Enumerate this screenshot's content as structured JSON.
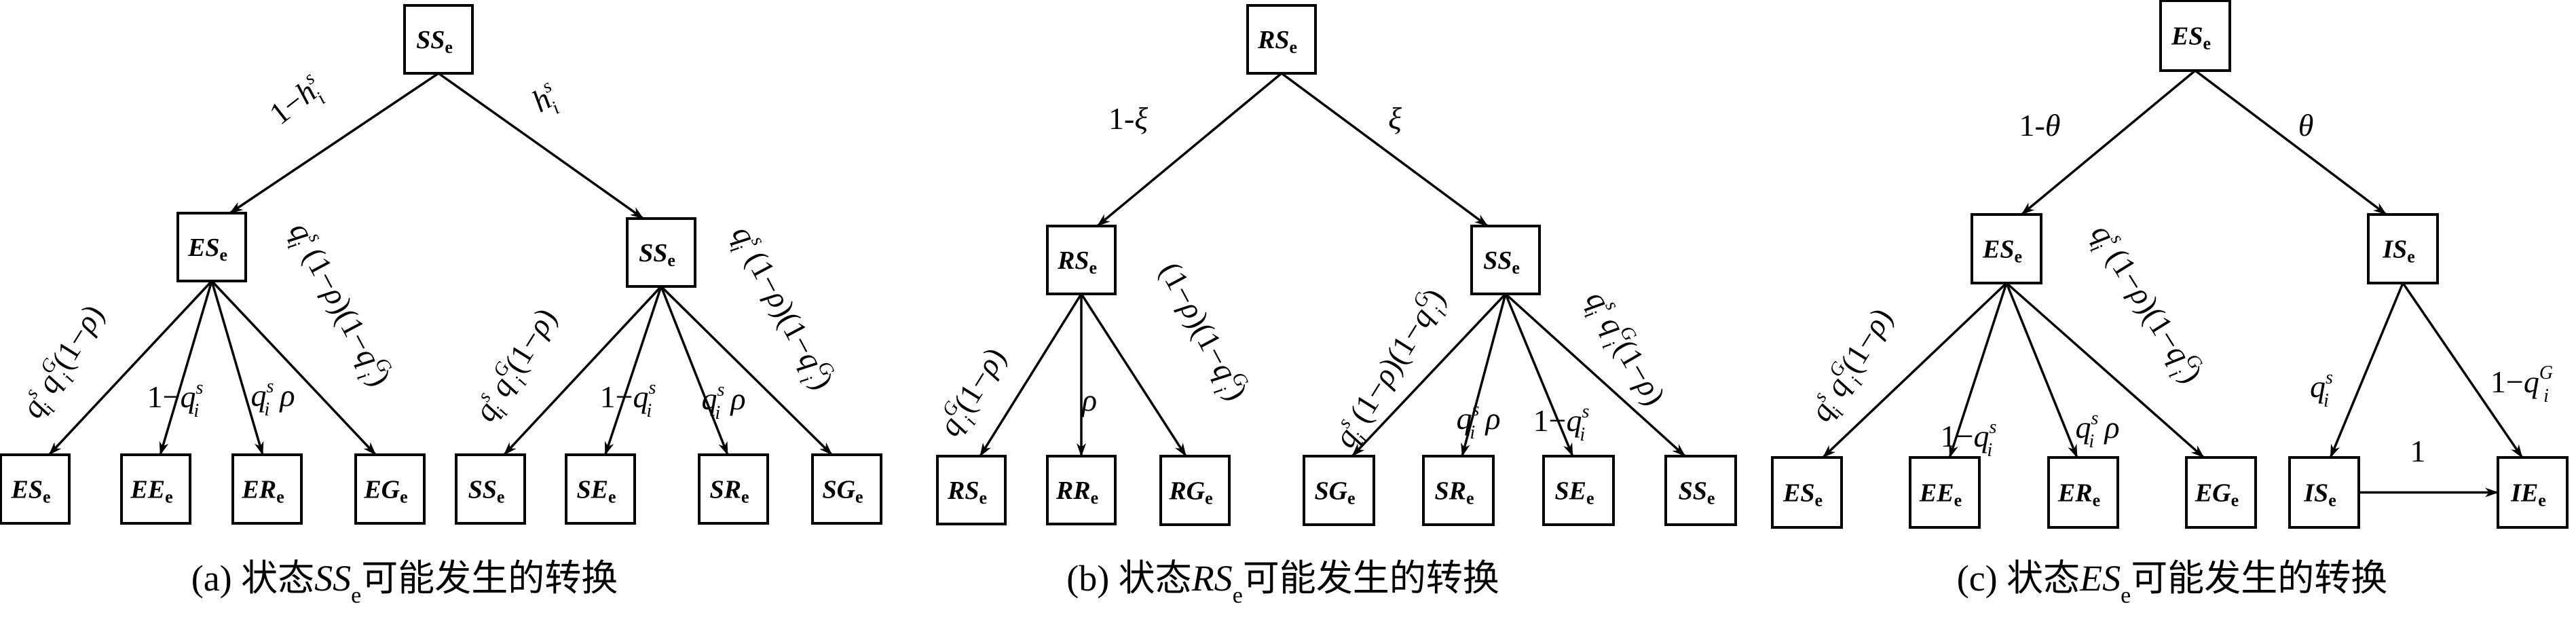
{
  "figure": {
    "panels": [
      {
        "id": "a",
        "caption": {
          "prefix": "(a) 状态",
          "state": "SS",
          "state_sub": "e",
          "suffix": "可能发生的转换"
        },
        "nodes": [
          {
            "id": "a-root",
            "name": "SS",
            "sub": "e"
          },
          {
            "id": "a-mid-es",
            "name": "ES",
            "sub": "e"
          },
          {
            "id": "a-mid-ss",
            "name": "SS",
            "sub": "e"
          },
          {
            "id": "a-leaf-es",
            "name": "ES",
            "sub": "e"
          },
          {
            "id": "a-leaf-ee",
            "name": "EE",
            "sub": "e"
          },
          {
            "id": "a-leaf-er",
            "name": "ER",
            "sub": "e"
          },
          {
            "id": "a-leaf-eg",
            "name": "EG",
            "sub": "e"
          },
          {
            "id": "a-leaf-ss",
            "name": "SS",
            "sub": "e"
          },
          {
            "id": "a-leaf-se",
            "name": "SE",
            "sub": "e"
          },
          {
            "id": "a-leaf-sr",
            "name": "SR",
            "sub": "e"
          },
          {
            "id": "a-leaf-sg",
            "name": "SG",
            "sub": "e"
          }
        ],
        "edges": [
          {
            "from": "a-root",
            "to": "a-mid-es",
            "label": "1−h_i^s"
          },
          {
            "from": "a-root",
            "to": "a-mid-ss",
            "label": "h_i^s"
          },
          {
            "from": "a-mid-es",
            "to": "a-leaf-es",
            "label": "q_i^s q_i^G(1−ρ)"
          },
          {
            "from": "a-mid-es",
            "to": "a-leaf-ee",
            "label": "1−q_i^s"
          },
          {
            "from": "a-mid-es",
            "to": "a-leaf-er",
            "label": "q_i^s ρ"
          },
          {
            "from": "a-mid-es",
            "to": "a-leaf-eg",
            "label": "q_i^s (1−ρ)(1−q_i^G)"
          },
          {
            "from": "a-mid-ss",
            "to": "a-leaf-ss",
            "label": "q_i^s q_i^G(1−ρ)"
          },
          {
            "from": "a-mid-ss",
            "to": "a-leaf-se",
            "label": "1−q_i^s"
          },
          {
            "from": "a-mid-ss",
            "to": "a-leaf-sr",
            "label": "q_i^s ρ"
          },
          {
            "from": "a-mid-ss",
            "to": "a-leaf-sg",
            "label": "q_i^s (1−ρ)(1−q_i^G)"
          }
        ]
      },
      {
        "id": "b",
        "caption": {
          "prefix": "(b) 状态",
          "state": "RS",
          "state_sub": "e",
          "suffix": "可能发生的转换"
        },
        "nodes": [
          {
            "id": "b-root",
            "name": "RS",
            "sub": "e"
          },
          {
            "id": "b-mid-rs",
            "name": "RS",
            "sub": "e"
          },
          {
            "id": "b-mid-ss",
            "name": "SS",
            "sub": "e"
          },
          {
            "id": "b-leaf-rs",
            "name": "RS",
            "sub": "e"
          },
          {
            "id": "b-leaf-rr",
            "name": "RR",
            "sub": "e"
          },
          {
            "id": "b-leaf-rg",
            "name": "RG",
            "sub": "e"
          },
          {
            "id": "b-leaf-sg",
            "name": "SG",
            "sub": "e"
          },
          {
            "id": "b-leaf-sr",
            "name": "SR",
            "sub": "e"
          },
          {
            "id": "b-leaf-se",
            "name": "SE",
            "sub": "e"
          },
          {
            "id": "b-leaf-ss",
            "name": "SS",
            "sub": "e"
          }
        ],
        "edges": [
          {
            "from": "b-root",
            "to": "b-mid-rs",
            "label": "1-ξ"
          },
          {
            "from": "b-root",
            "to": "b-mid-ss",
            "label": "ξ"
          },
          {
            "from": "b-mid-rs",
            "to": "b-leaf-rs",
            "label": "q_i^G(1−ρ)"
          },
          {
            "from": "b-mid-rs",
            "to": "b-leaf-rr",
            "label": "ρ"
          },
          {
            "from": "b-mid-rs",
            "to": "b-leaf-rg",
            "label": "(1−ρ)(1−q_i^G)"
          },
          {
            "from": "b-mid-ss",
            "to": "b-leaf-sg",
            "label": "q_i^s (1−ρ)(1−q_i^G)"
          },
          {
            "from": "b-mid-ss",
            "to": "b-leaf-sr",
            "label": "q_i^s ρ"
          },
          {
            "from": "b-mid-ss",
            "to": "b-leaf-se",
            "label": "1−q_i^s"
          },
          {
            "from": "b-mid-ss",
            "to": "b-leaf-ss",
            "label": "q_i^s q_i^G(1−ρ)"
          }
        ]
      },
      {
        "id": "c",
        "caption": {
          "prefix": "(c) 状态",
          "state": "ES",
          "state_sub": "e",
          "suffix": "可能发生的转换"
        },
        "nodes": [
          {
            "id": "c-root",
            "name": "ES",
            "sub": "e"
          },
          {
            "id": "c-mid-es",
            "name": "ES",
            "sub": "e"
          },
          {
            "id": "c-mid-is",
            "name": "IS",
            "sub": "e"
          },
          {
            "id": "c-leaf-es",
            "name": "ES",
            "sub": "e"
          },
          {
            "id": "c-leaf-ee",
            "name": "EE",
            "sub": "e"
          },
          {
            "id": "c-leaf-er",
            "name": "ER",
            "sub": "e"
          },
          {
            "id": "c-leaf-eg",
            "name": "EG",
            "sub": "e"
          },
          {
            "id": "c-leaf-is",
            "name": "IS",
            "sub": "e"
          },
          {
            "id": "c-leaf-ie",
            "name": "IE",
            "sub": "e"
          }
        ],
        "edges": [
          {
            "from": "c-root",
            "to": "c-mid-es",
            "label": "1-θ"
          },
          {
            "from": "c-root",
            "to": "c-mid-is",
            "label": "θ"
          },
          {
            "from": "c-mid-es",
            "to": "c-leaf-es",
            "label": "q_i^s q_i^G(1−ρ)"
          },
          {
            "from": "c-mid-es",
            "to": "c-leaf-ee",
            "label": "1−q_i^s"
          },
          {
            "from": "c-mid-es",
            "to": "c-leaf-er",
            "label": "q_i^s ρ"
          },
          {
            "from": "c-mid-es",
            "to": "c-leaf-eg",
            "label": "q_i^s (1−ρ)(1−q_i^G)"
          },
          {
            "from": "c-mid-is",
            "to": "c-leaf-is",
            "label": "q_i^s"
          },
          {
            "from": "c-mid-is",
            "to": "c-leaf-ie",
            "label": "1−q_i^G"
          },
          {
            "from": "c-leaf-is",
            "to": "c-leaf-ie",
            "label": "1"
          }
        ]
      }
    ]
  }
}
